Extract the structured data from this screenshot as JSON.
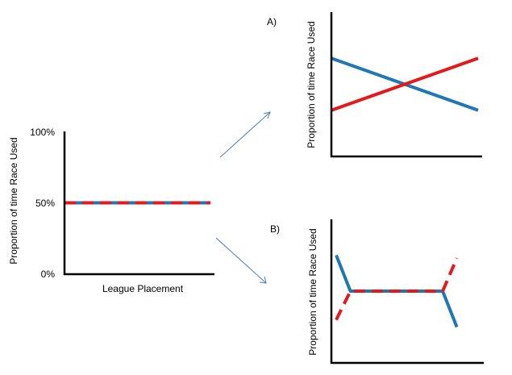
{
  "chart_data": [
    {
      "type": "line",
      "panel_label": "",
      "xlabel": "League Placement",
      "ylabel": "Proportion of time  Race  Used",
      "yticks": [
        "100%",
        "50%",
        "0%"
      ],
      "ylim": [
        0,
        100
      ],
      "xlim": [
        0,
        10
      ],
      "series": [
        {
          "color": "#e31a1c",
          "x": [
            0,
            10
          ],
          "values": [
            50,
            50
          ],
          "dash": "dashed-overlay"
        },
        {
          "color": "#1f77b4",
          "x": [
            0,
            10
          ],
          "values": [
            50,
            50
          ]
        }
      ]
    },
    {
      "type": "line",
      "panel_label": "A)",
      "xlabel": "",
      "ylabel": "Proportion of time  Race  Used",
      "yticks": [],
      "ylim": [
        0,
        100
      ],
      "xlim": [
        0,
        10
      ],
      "series": [
        {
          "color": "#1f77b4",
          "x": [
            0,
            10
          ],
          "values": [
            68,
            32
          ]
        },
        {
          "color": "#e31a1c",
          "x": [
            0,
            10
          ],
          "values": [
            32,
            68
          ]
        }
      ]
    },
    {
      "type": "line",
      "panel_label": "B)",
      "xlabel": "",
      "ylabel": "Proportion of time  Race  Used",
      "yticks": [],
      "ylim": [
        0,
        100
      ],
      "xlim": [
        0,
        10
      ],
      "series": [
        {
          "color": "#1f77b4",
          "x": [
            0,
            1,
            7.5,
            8.5
          ],
          "values": [
            75,
            50,
            50,
            25
          ]
        },
        {
          "color": "#e31a1c",
          "x": [
            0,
            1,
            7.5,
            8.5
          ],
          "values": [
            30,
            50,
            50,
            73
          ],
          "dash": "dashed-overlay"
        }
      ]
    }
  ],
  "arrows": [
    {
      "name": "arrow-to-panel-a",
      "color": "#4a7ebb"
    },
    {
      "name": "arrow-to-panel-b",
      "color": "#4a7ebb"
    }
  ]
}
